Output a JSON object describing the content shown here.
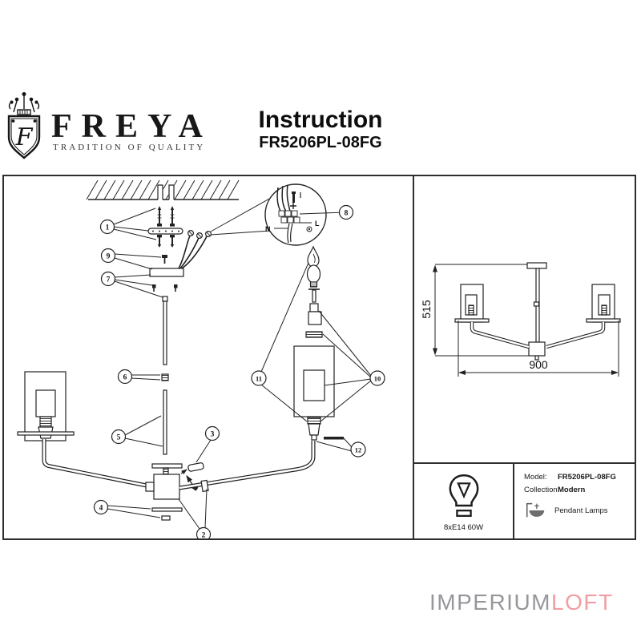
{
  "header": {
    "brand": {
      "wordmark": "FREYA",
      "tagline": "TRADITION OF QUALITY",
      "monogram": "F"
    },
    "title": "Instruction",
    "model": "FR5206PL-08FG"
  },
  "diagram": {
    "callouts": [
      "1",
      "2",
      "3",
      "4",
      "5",
      "6",
      "7",
      "8",
      "9",
      "10",
      "11",
      "12"
    ],
    "wiring": {
      "live": "L",
      "neutral": "N"
    }
  },
  "dimension_drawing": {
    "height_mm": "515",
    "width_mm": "900"
  },
  "spec_panel": {
    "bulb_spec": "8xE14 60W",
    "model_label": "Model:",
    "model_value": "FR5206PL-08FG",
    "collection_label": "Collection:",
    "collection_value": "Modern",
    "category_label": "Pendant Lamps"
  },
  "watermark": {
    "prefix": "IMPERIUM",
    "suffix": "LOFT",
    "prefix_color": "#97969b",
    "suffix_color": "#f09ea3"
  },
  "colors": {
    "line": "#222222",
    "border": "#2e2e2e"
  }
}
